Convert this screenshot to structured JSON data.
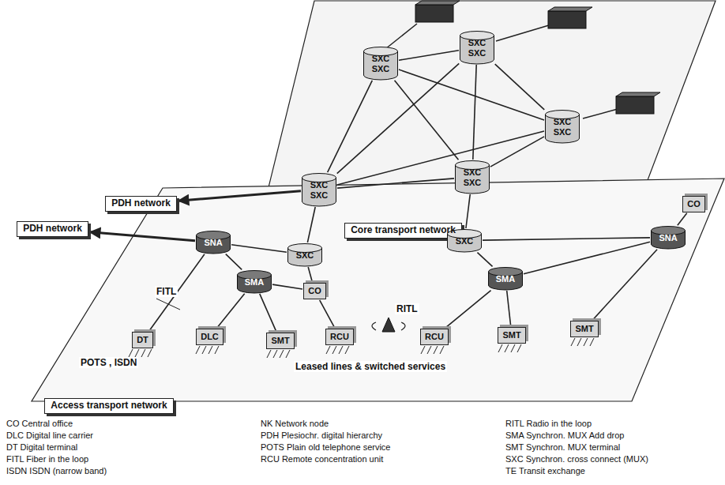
{
  "diagram": {
    "nodes": [
      {
        "text": [
          "SXC",
          "SXC"
        ]
      },
      {
        "text": [
          "SXC",
          "SXC"
        ]
      },
      {
        "text": [
          "SXC",
          "SXC"
        ]
      },
      {
        "text": [
          "PDH network"
        ]
      },
      {
        "text": [
          "SXC",
          "SXC"
        ]
      },
      {
        "text": [
          "SXC",
          "SXC"
        ]
      },
      {
        "text": [
          "Core transport network"
        ]
      },
      {
        "text": [
          "SXC"
        ]
      },
      {
        "text": [
          "SXC"
        ]
      },
      {
        "text": [
          "CO"
        ]
      },
      {
        "text": [
          "PDH network"
        ]
      },
      {
        "text": [
          "SNA"
        ]
      },
      {
        "text": [
          "SMA"
        ]
      },
      {
        "text": [
          "CO"
        ]
      },
      {
        "text": [
          "SMA"
        ]
      },
      {
        "text": [
          "SNA"
        ]
      },
      {
        "text": [
          "DT"
        ]
      },
      {
        "text": [
          "DLC"
        ]
      },
      {
        "text": [
          "SMT"
        ]
      },
      {
        "text": [
          "RCU"
        ]
      },
      {
        "text": [
          "RCU"
        ]
      },
      {
        "text": [
          "SMT"
        ]
      },
      {
        "text": [
          "SMT"
        ]
      },
      {
        "text": [
          "Access transport network"
        ]
      }
    ],
    "edges": [
      {
        "from": 0,
        "to": 1,
        "arrow": "none"
      },
      {
        "from": 0,
        "to": 2,
        "arrow": "none"
      },
      {
        "from": 0,
        "to": 5,
        "arrow": "none"
      },
      {
        "from": 0,
        "to": 4,
        "arrow": "none"
      },
      {
        "from": 1,
        "to": 2,
        "arrow": "none"
      },
      {
        "from": 1,
        "to": 5,
        "arrow": "none"
      },
      {
        "from": 1,
        "to": 4,
        "arrow": "none"
      },
      {
        "from": 2,
        "to": 5,
        "arrow": "none"
      },
      {
        "from": 2,
        "to": 4,
        "arrow": "none"
      },
      {
        "from": 5,
        "to": 4,
        "arrow": "none"
      },
      {
        "from": 4,
        "to": 3,
        "arrow": "to"
      },
      {
        "from": 4,
        "to": 7,
        "arrow": "none"
      },
      {
        "from": 5,
        "to": 8,
        "arrow": "none"
      },
      {
        "from": 11,
        "to": 7,
        "arrow": "none"
      },
      {
        "from": 7,
        "to": 13,
        "arrow": "none"
      },
      {
        "from": 13,
        "to": 12,
        "arrow": "none"
      },
      {
        "from": 12,
        "to": 11,
        "arrow": "none"
      },
      {
        "from": 11,
        "to": 10,
        "arrow": "to"
      },
      {
        "from": 8,
        "to": 14,
        "arrow": "none"
      },
      {
        "from": 14,
        "to": 15,
        "arrow": "none"
      },
      {
        "from": 15,
        "to": 8,
        "arrow": "none"
      },
      {
        "from": 15,
        "to": 9,
        "arrow": "none"
      },
      {
        "from": 11,
        "to": 16,
        "arrow": "none"
      },
      {
        "from": 12,
        "to": 17,
        "arrow": "none"
      },
      {
        "from": 12,
        "to": 18,
        "arrow": "none"
      },
      {
        "from": 13,
        "to": 19,
        "arrow": "none"
      },
      {
        "from": 14,
        "to": 20,
        "arrow": "none"
      },
      {
        "from": 14,
        "to": 21,
        "arrow": "none"
      },
      {
        "from": 15,
        "to": 22,
        "arrow": "none"
      }
    ],
    "labels": [
      "FITL",
      "RITL",
      "POTS , ISDN",
      "Leased lines & switched services"
    ],
    "legend": [
      {
        "text": "CO Central office"
      },
      {
        "text": "DLC Digital line carrier"
      },
      {
        "text": "DT Digital terminal"
      },
      {
        "text": "FITL Fiber in the loop"
      },
      {
        "text": "ISDN ISDN (narrow band)"
      },
      {
        "text": "NK Network node"
      },
      {
        "text": "PDH Plesiochr. digital hierarchy"
      },
      {
        "text": "POTS Plain old telephone service"
      },
      {
        "text": "RCU Remote concentration unit"
      },
      {
        "text": "RITL Radio in the loop"
      },
      {
        "text": "SMA Synchron. MUX Add drop"
      },
      {
        "text": "SMT Synchron. MUX terminal"
      },
      {
        "text": "SXC Synchron. cross connect (MUX)"
      },
      {
        "text": "TE Transit exchange"
      }
    ]
  }
}
